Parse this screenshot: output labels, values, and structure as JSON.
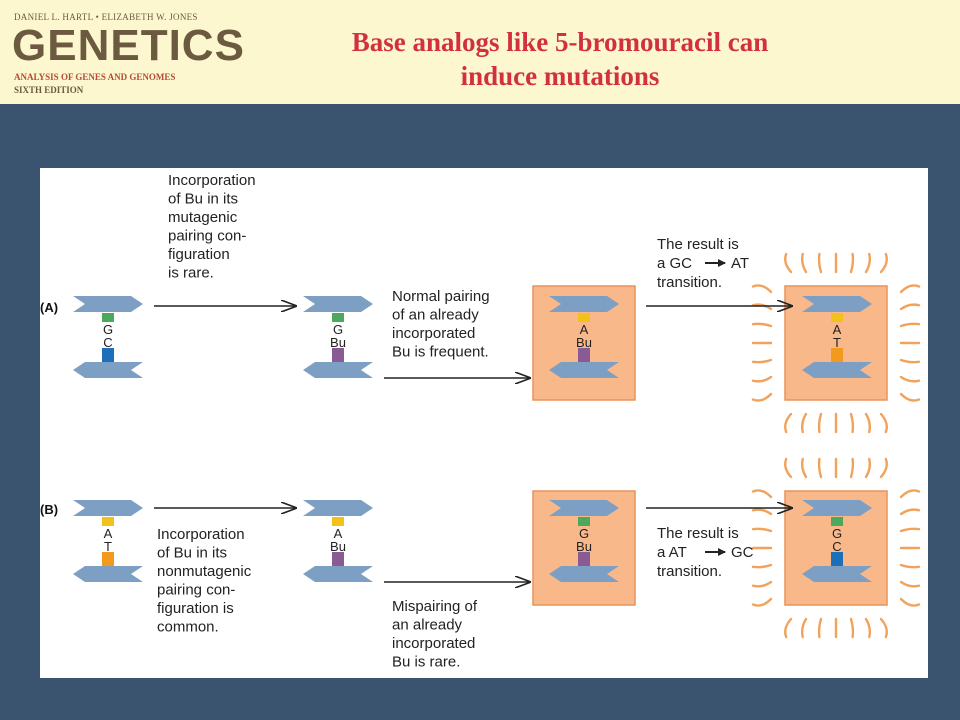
{
  "header": {
    "logo": {
      "authors": "DANIEL L. HARTL • ELIZABETH W. JONES",
      "word": "GENETICS",
      "subtitle": "ANALYSIS OF GENES AND GENOMES",
      "edition": "SIXTH EDITION"
    },
    "title_line1": "Base analogs like 5-bromouracil can",
    "title_line2": "induce mutations"
  },
  "colors": {
    "background": "#3a5470",
    "header_bg": "#fdf7cf",
    "title": "#d23040",
    "strand": "#7e9fc4",
    "box_fill": "#f9b88a",
    "box_stroke": "#e8925a",
    "ray": "#f1a25b",
    "G": "#4ca85a",
    "C": "#1c6fb8",
    "A": "#f2c21b",
    "T": "#f39a1e",
    "Bu": "#8a5a94"
  },
  "diagram": {
    "row_a": {
      "label": "(A)",
      "step1": {
        "top": "G",
        "bottom": "C"
      },
      "step2": {
        "top": "G",
        "bottom": "Bu"
      },
      "step3": {
        "top": "A",
        "bottom": "Bu"
      },
      "step4": {
        "top": "A",
        "bottom": "T"
      },
      "note1": [
        "Incorporation",
        "of Bu in its",
        "mutagenic",
        "pairing con-",
        "figuration",
        "is rare."
      ],
      "note2": [
        "Normal pairing",
        "of an already",
        "incorporated",
        "Bu is frequent."
      ],
      "note3": [
        "The result is",
        "a GC",
        "AT",
        "transition."
      ]
    },
    "row_b": {
      "label": "(B)",
      "step1": {
        "top": "A",
        "bottom": "T"
      },
      "step2": {
        "top": "A",
        "bottom": "Bu"
      },
      "step3": {
        "top": "G",
        "bottom": "Bu"
      },
      "step4": {
        "top": "G",
        "bottom": "C"
      },
      "note1": [
        "Incorporation",
        "of Bu in its",
        "nonmutagenic",
        "pairing con-",
        "figuration is",
        "common."
      ],
      "note2": [
        "Mispairing of",
        "an already",
        "incorporated",
        "Bu is rare."
      ],
      "note3": [
        "The result is",
        "a AT",
        "GC",
        "transition."
      ]
    }
  }
}
